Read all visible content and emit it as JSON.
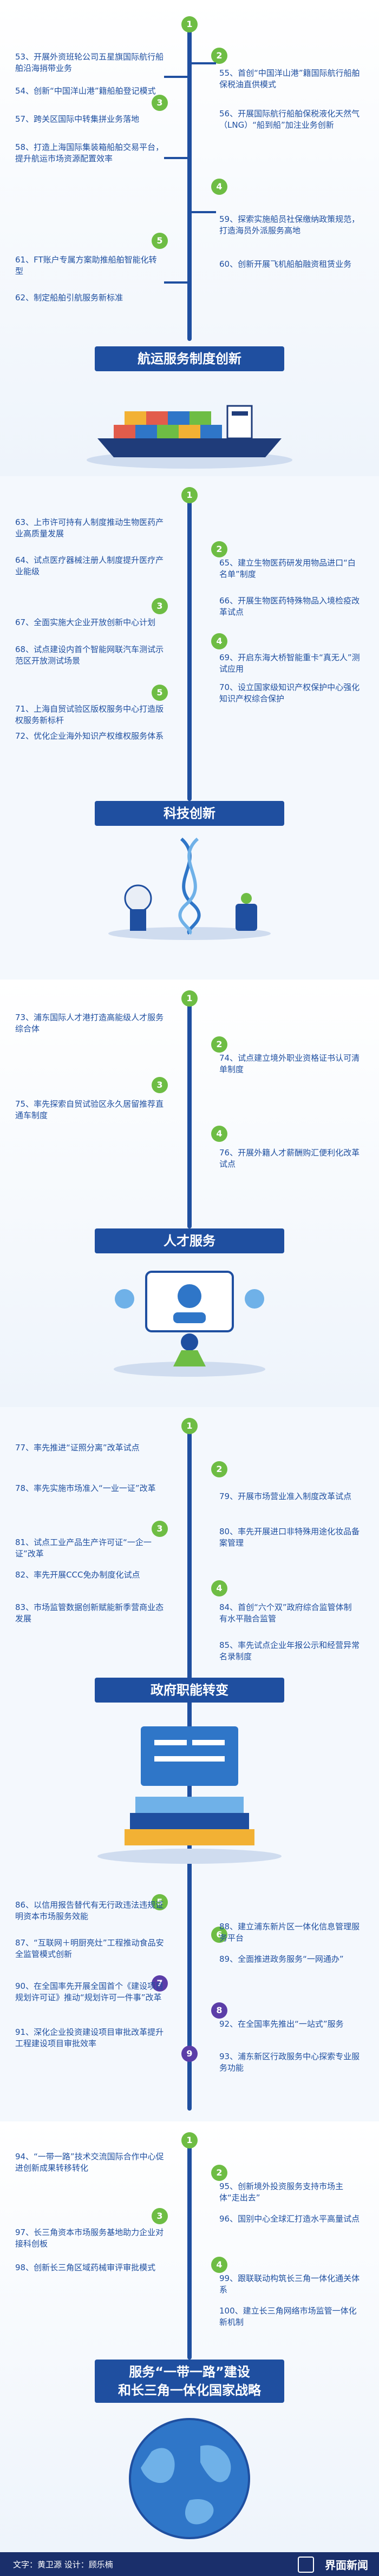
{
  "colors": {
    "primary": "#1f4fa0",
    "green": "#6ebd44",
    "purple": "#5b3ea8",
    "footer": "#1a2f6b"
  },
  "sections": [
    {
      "title": "航运服务制度创新",
      "items": [
        {
          "n": "53",
          "text": "53、开展外资班轮公司五星旗国际航行船舶沿海捎带业务",
          "side": "left"
        },
        {
          "n": "54",
          "text": "54、创新“中国洋山港”籍船舶登记模式",
          "side": "left"
        },
        {
          "n": "55",
          "text": "55、首创“中国洋山港”籍国际航行船舶保税油直供模式",
          "side": "right"
        },
        {
          "n": "56",
          "text": "56、开展国际航行船舶保税液化天然气（LNG）“船到船”加注业务创新",
          "side": "right"
        },
        {
          "n": "57",
          "text": "57、跨关区国际中转集拼业务落地",
          "side": "left"
        },
        {
          "n": "58",
          "text": "58、打造上海国际集装箱船舶交易平台，提升航运市场资源配置效率",
          "side": "left"
        },
        {
          "n": "59",
          "text": "59、探索实施船员社保缴纳政策规范，打造海员外派服务高地",
          "side": "right"
        },
        {
          "n": "60",
          "text": "60、创新开展飞机船舶融资租赁业务",
          "side": "right"
        },
        {
          "n": "61",
          "text": "61、FT账户专属方案助推船舶智能化转型",
          "side": "left"
        },
        {
          "n": "62",
          "text": "62、制定船舶引航服务新标准",
          "side": "left"
        }
      ]
    },
    {
      "title": "科技创新",
      "items": [
        {
          "n": "63",
          "text": "63、上市许可持有人制度推动生物医药产业高质量发展",
          "side": "left"
        },
        {
          "n": "64",
          "text": "64、试点医疗器械注册人制度提升医疗产业能级",
          "side": "left"
        },
        {
          "n": "65",
          "text": "65、建立生物医药研发用物品进口“白名单”制度",
          "side": "right"
        },
        {
          "n": "66",
          "text": "66、开展生物医药特殊物品入境检疫改革试点",
          "side": "right"
        },
        {
          "n": "67",
          "text": "67、全面实施大企业开放创新中心计划",
          "side": "left"
        },
        {
          "n": "68",
          "text": "68、试点建设内首个智能网联汽车测试示范区开放测试场景",
          "side": "left"
        },
        {
          "n": "69",
          "text": "69、开启东海大桥智能重卡“真无人”测试应用",
          "side": "right"
        },
        {
          "n": "70",
          "text": "70、设立国家级知识产权保护中心强化知识产权综合保护",
          "side": "right"
        },
        {
          "n": "71",
          "text": "71、上海自贸试验区版权服务中心打造版权服务新标杆",
          "side": "left"
        },
        {
          "n": "72",
          "text": "72、优化企业海外知识产权维权服务体系",
          "side": "left"
        }
      ]
    },
    {
      "title": "人才服务",
      "items": [
        {
          "n": "73",
          "text": "73、浦东国际人才港打造高能级人才服务综合体",
          "side": "left"
        },
        {
          "n": "74",
          "text": "74、试点建立境外职业资格证书认可清单制度",
          "side": "right"
        },
        {
          "n": "75",
          "text": "75、率先探索自贸试验区永久居留推荐直通车制度",
          "side": "left"
        },
        {
          "n": "76",
          "text": "76、开展外籍人才薪酬购汇便利化改革试点",
          "side": "right"
        }
      ]
    },
    {
      "title": "政府职能转变",
      "items": [
        {
          "n": "77",
          "text": "77、率先推进“证照分离”改革试点",
          "side": "left"
        },
        {
          "n": "78",
          "text": "78、率先实施市场准入“一业一证”改革",
          "side": "left"
        },
        {
          "n": "79",
          "text": "79、开展市场营业准入制度改革试点",
          "side": "right"
        },
        {
          "n": "80",
          "text": "80、率先开展进口非特殊用途化妆品备案管理",
          "side": "right"
        },
        {
          "n": "81",
          "text": "81、试点工业产品生产许可证“一企一证”改革",
          "side": "left"
        },
        {
          "n": "82",
          "text": "82、率先开展CCC免办制度化试点",
          "side": "left"
        },
        {
          "n": "83",
          "text": "83、市场监管数据创新赋能新季营商业态发展",
          "side": "left"
        },
        {
          "n": "84",
          "text": "84、首创“六个双”政府综合监管体制 有水平融合监管",
          "side": "right"
        },
        {
          "n": "85",
          "text": "85、率先试点企业年报公示和经营异常名录制度",
          "side": "right"
        },
        {
          "n": "86",
          "text": "86、以信用报告替代有无行政违法违规证明资本市场服务效能",
          "side": "left"
        },
        {
          "n": "87",
          "text": "87、“互联网＋明厨亮灶”工程推动食品安全监管模式创新",
          "side": "left"
        },
        {
          "n": "88",
          "text": "88、建立浦东新片区一体化信息管理服务平台",
          "side": "right"
        },
        {
          "n": "89",
          "text": "89、全面推进政务服务“一网通办”",
          "side": "right"
        },
        {
          "n": "90",
          "text": "90、在全国率先开展全国首个《建设项目规划许可证》推动“规划许可一件事”改革",
          "side": "left"
        },
        {
          "n": "91",
          "text": "91、深化企业投资建设项目审批改革提升工程建设项目审批效率",
          "side": "left"
        },
        {
          "n": "92",
          "text": "92、在全国率先推出“一站式”服务",
          "side": "right"
        },
        {
          "n": "93",
          "text": "93、浦东新区行政服务中心探索专业服务功能",
          "side": "right"
        }
      ]
    },
    {
      "title_line1": "服务“一带一路”建设",
      "title_line2": "和长三角一体化国家战略",
      "items": [
        {
          "n": "94",
          "text": "94、“一带一路”技术交流国际合作中心促进创新成果转移转化",
          "side": "left"
        },
        {
          "n": "95",
          "text": "95、创新境外投资服务支持市场主体“走出去”",
          "side": "right"
        },
        {
          "n": "96",
          "text": "96、国别中心全球汇打造水平高量试点",
          "side": "right"
        },
        {
          "n": "97",
          "text": "97、长三角资本市场服务基地助力企业对接科创板",
          "side": "left"
        },
        {
          "n": "98",
          "text": "98、创新长三角区域药械审评审批模式",
          "side": "left"
        },
        {
          "n": "99",
          "text": "99、跟联联动构筑长三角一体化通关体系",
          "side": "right"
        },
        {
          "n": "100",
          "text": "100、建立长三角网络市场监管一体化新机制",
          "side": "right"
        }
      ]
    }
  ],
  "badges": [
    "1",
    "2",
    "3",
    "4",
    "5",
    "6",
    "7",
    "8",
    "9"
  ],
  "watermark": "界面新闻",
  "footer": {
    "credit": "文字：黄卫源    设计：顾乐楠",
    "brand": "界面新闻"
  }
}
